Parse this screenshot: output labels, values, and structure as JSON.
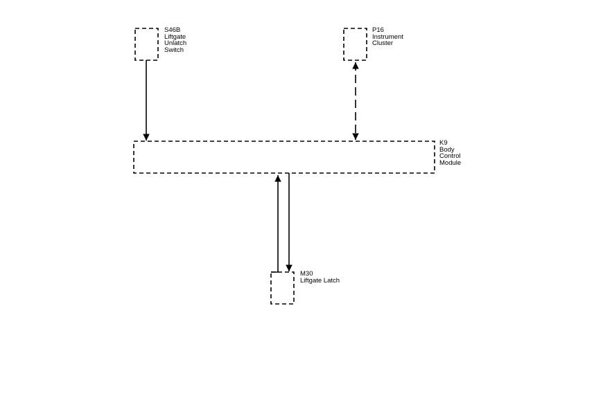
{
  "components": {
    "s46b": {
      "lines": [
        "S46B",
        "Liftgate",
        "Unlatch",
        "Switch"
      ]
    },
    "p16": {
      "lines": [
        "P16",
        "Instrument",
        "Cluster"
      ]
    },
    "k9": {
      "lines": [
        "K9",
        "Body",
        "Control",
        "Module"
      ]
    },
    "m30": {
      "lines": [
        "M30",
        "Liftgate Latch"
      ]
    }
  },
  "connections": [
    {
      "from": "S46B",
      "to": "K9",
      "style": "solid",
      "arrow": "to"
    },
    {
      "from": "P16",
      "to": "K9",
      "style": "dashed",
      "arrow": "both"
    },
    {
      "from": "K9",
      "to": "M30",
      "style": "solid",
      "arrow": "to"
    },
    {
      "from": "M30",
      "to": "K9",
      "style": "solid",
      "arrow": "to"
    }
  ],
  "colors": {
    "line": "#000000",
    "background": "#ffffff"
  }
}
